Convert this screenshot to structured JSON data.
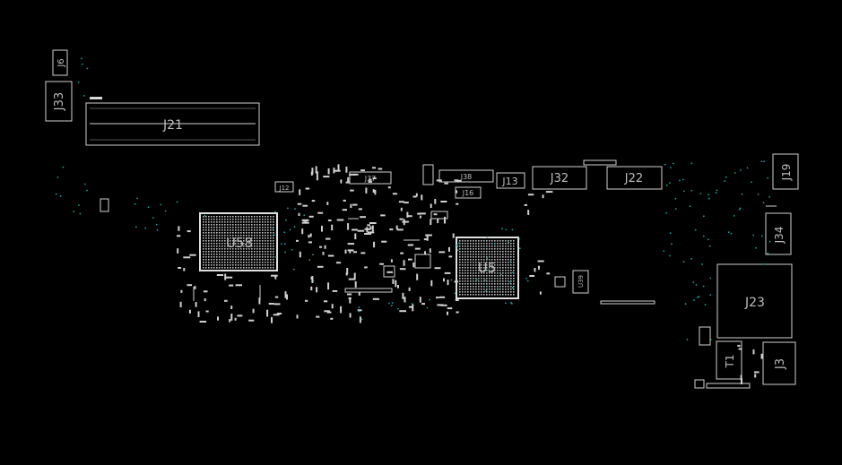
{
  "viewer": {
    "background": "#000000",
    "outline_color": "#cfcfcf",
    "pad_color": "#d8d8d8",
    "via_color": "#1aa3a3"
  },
  "components": {
    "J21": "J21",
    "U58": "U58",
    "U5": "U5",
    "J33": "J33",
    "J6": "J6",
    "J32": "J32",
    "J22": "J22",
    "J38": "J38",
    "J37": "J37",
    "J13": "J13",
    "J16": "J16",
    "J12": "J12",
    "J19": "J19",
    "J34": "J34",
    "J23": "J23",
    "T1": "T1",
    "J3": "J3",
    "U39": "U39"
  }
}
